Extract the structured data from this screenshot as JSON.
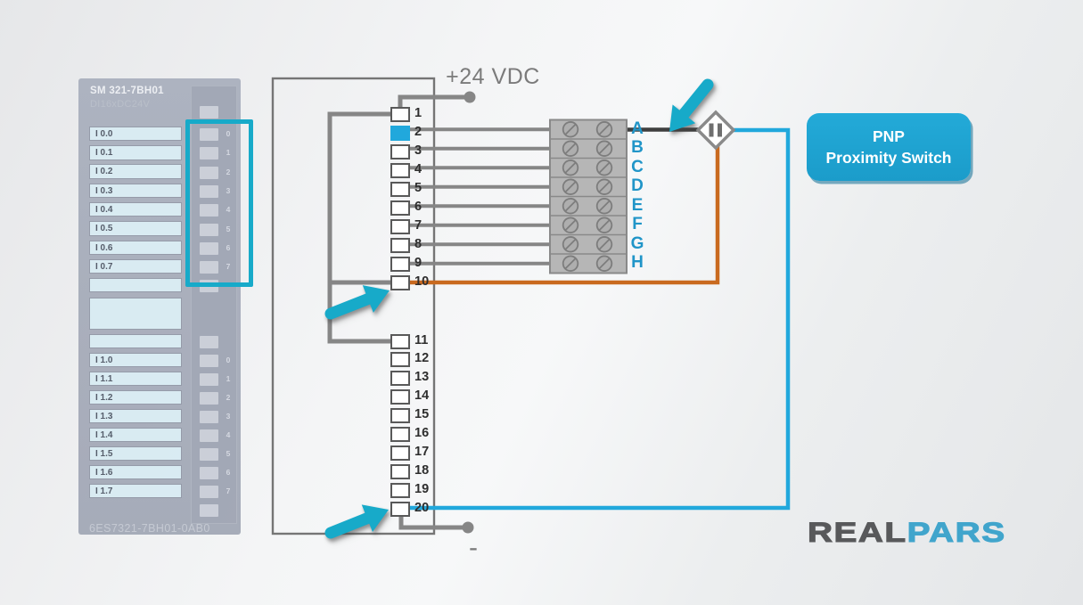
{
  "module": {
    "title": "SM 321-7BH01",
    "subtitle": "DI16xDC24V",
    "part_number": "6ES7321-7BH01-0AB0",
    "group1_labels": [
      "I 0.0",
      "I 0.1",
      "I 0.2",
      "I 0.3",
      "I 0.4",
      "I 0.5",
      "I 0.6",
      "I 0.7"
    ],
    "group2_labels": [
      "I 1.0",
      "I 1.1",
      "I 1.2",
      "I 1.3",
      "I 1.4",
      "I 1.5",
      "I 1.6",
      "I 1.7"
    ],
    "led_numbers": [
      "0",
      "1",
      "2",
      "3",
      "4",
      "5",
      "6",
      "7"
    ]
  },
  "diagram": {
    "supply_label": "+24 VDC",
    "ground_label": "-",
    "terminals": [
      "1",
      "2",
      "3",
      "4",
      "5",
      "6",
      "7",
      "8",
      "9",
      "10",
      "11",
      "12",
      "13",
      "14",
      "15",
      "16",
      "17",
      "18",
      "19",
      "20"
    ],
    "highlighted_terminal": "2",
    "connector_rows": [
      "A",
      "B",
      "C",
      "D",
      "E",
      "F",
      "G",
      "H"
    ]
  },
  "callout": {
    "line1": "PNP",
    "line2": "Proximity Switch"
  },
  "logo": {
    "real": "REAL",
    "pars": "PARS"
  },
  "colors": {
    "accent_cyan": "#17aac9",
    "wire_gray": "#868686",
    "wire_dark": "#3f3f3f",
    "wire_orange": "#c96a1f",
    "wire_blue": "#21a8dc",
    "terminal_letter": "#2095c8",
    "logo_gray": "#58595b",
    "logo_blue": "#41a5cc"
  }
}
